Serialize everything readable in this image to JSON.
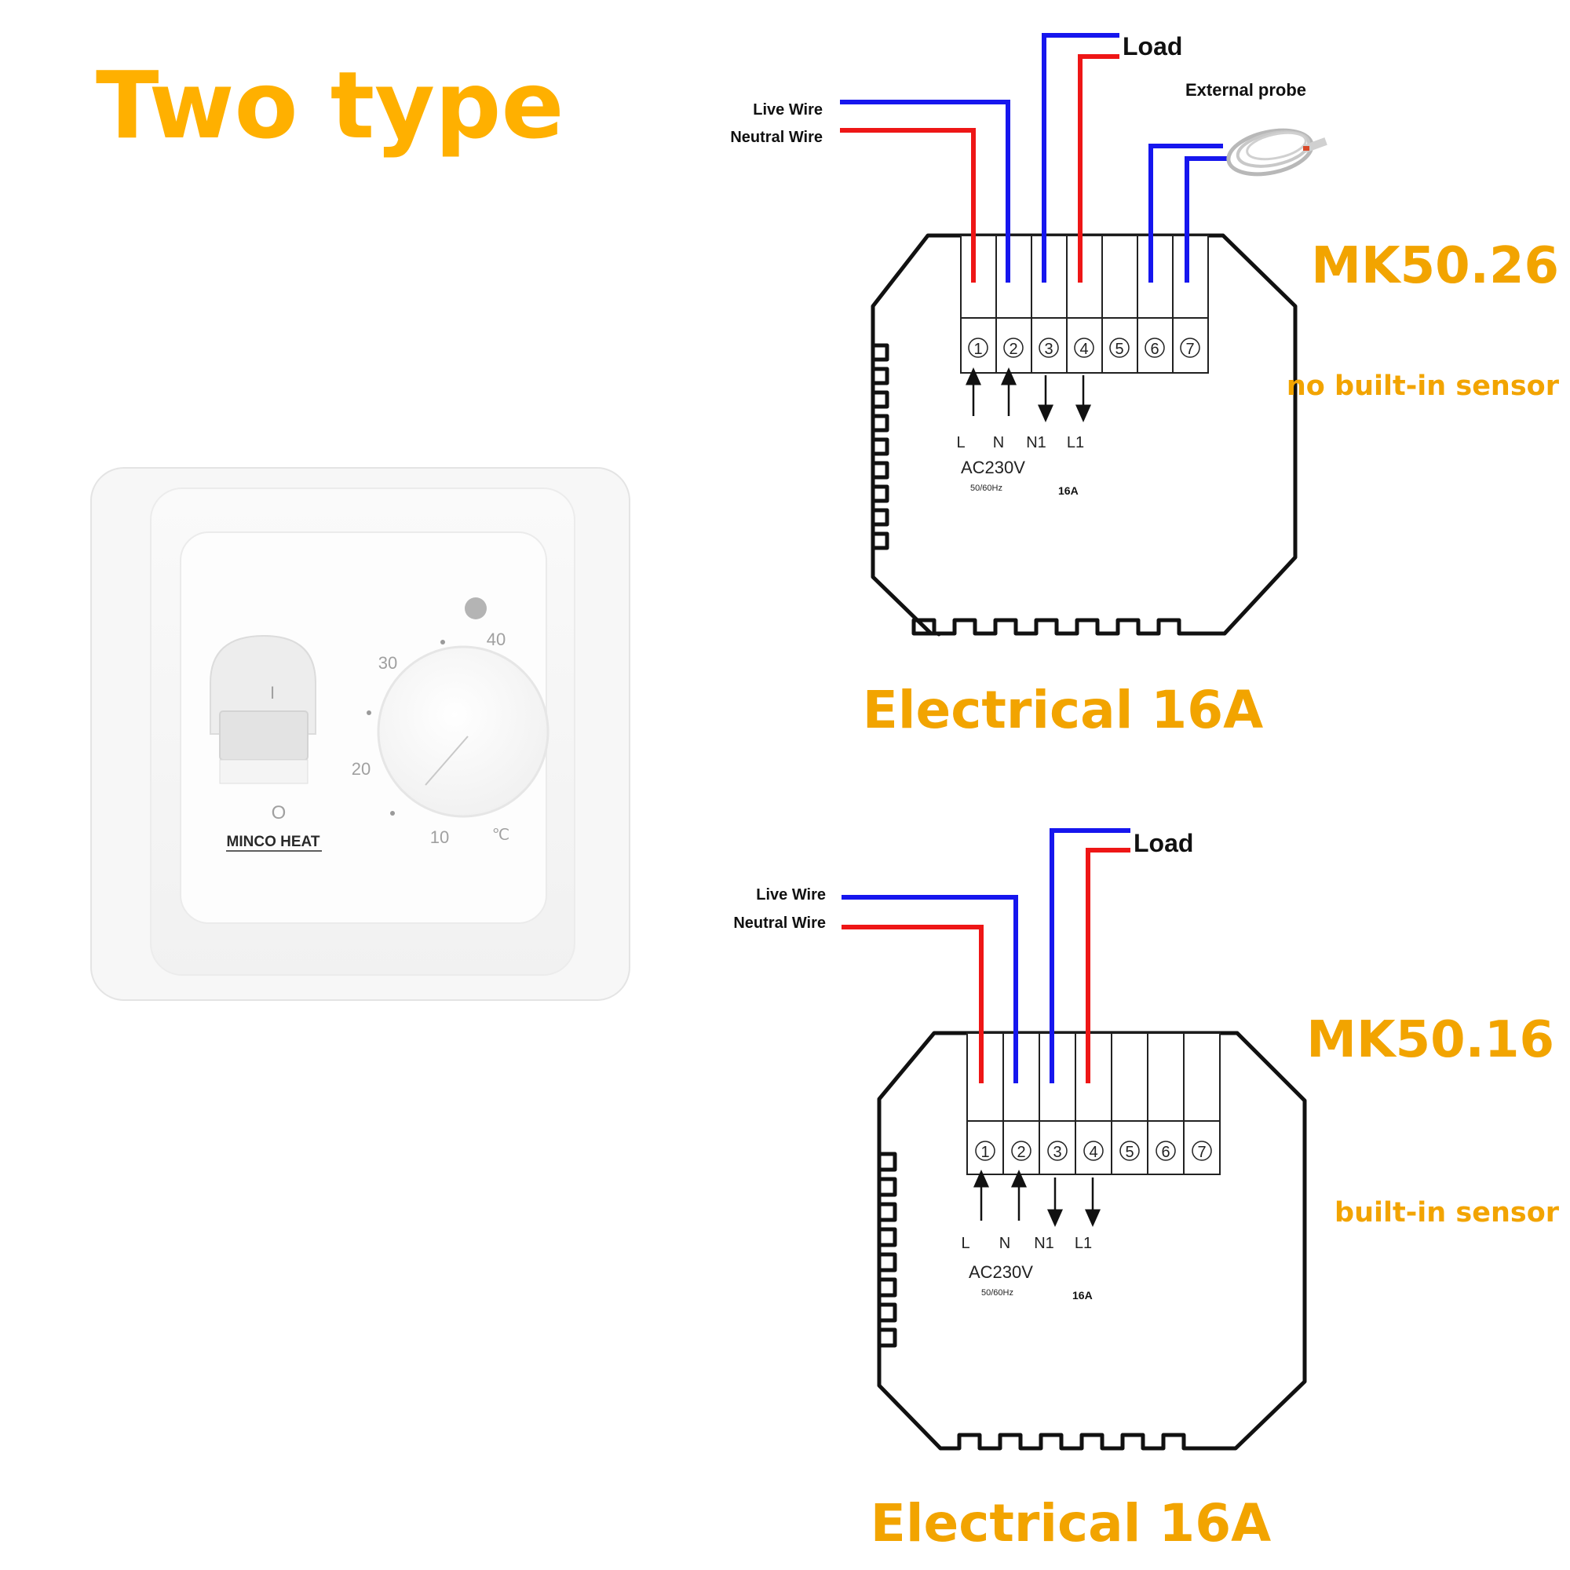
{
  "header": {
    "title": "Two type"
  },
  "product": {
    "brand": "MINCO HEAT",
    "dial_labels": [
      "10",
      "20",
      "30",
      "40"
    ],
    "unit": "℃",
    "switch_on": "I",
    "switch_off": "O"
  },
  "diagrams": [
    {
      "model": "MK50.26",
      "sensor_note": "no built-in sensor",
      "rating_caption": "Electrical 16A",
      "wires": {
        "live": "Live Wire",
        "neutral": "Neutral Wire",
        "load": "Load",
        "probe": "External probe"
      },
      "terminals": [
        "1",
        "2",
        "3",
        "4",
        "5",
        "6",
        "7"
      ],
      "io_labels": [
        "L",
        "N",
        "N1",
        "L1"
      ],
      "supply": "AC230V",
      "frequency": "50/60Hz",
      "current": "16A"
    },
    {
      "model": "MK50.16",
      "sensor_note": "built-in sensor",
      "rating_caption": "Electrical 16A",
      "wires": {
        "live": "Live Wire",
        "neutral": "Neutral Wire",
        "load": "Load"
      },
      "terminals": [
        "1",
        "2",
        "3",
        "4",
        "5",
        "6",
        "7"
      ],
      "io_labels": [
        "L",
        "N",
        "N1",
        "L1"
      ],
      "supply": "AC230V",
      "frequency": "50/60Hz",
      "current": "16A"
    }
  ],
  "colors": {
    "accent": "#ffb000",
    "caption": "#f2a400",
    "live_wire": "#1616ee",
    "neutral_wire": "#ee1616"
  }
}
